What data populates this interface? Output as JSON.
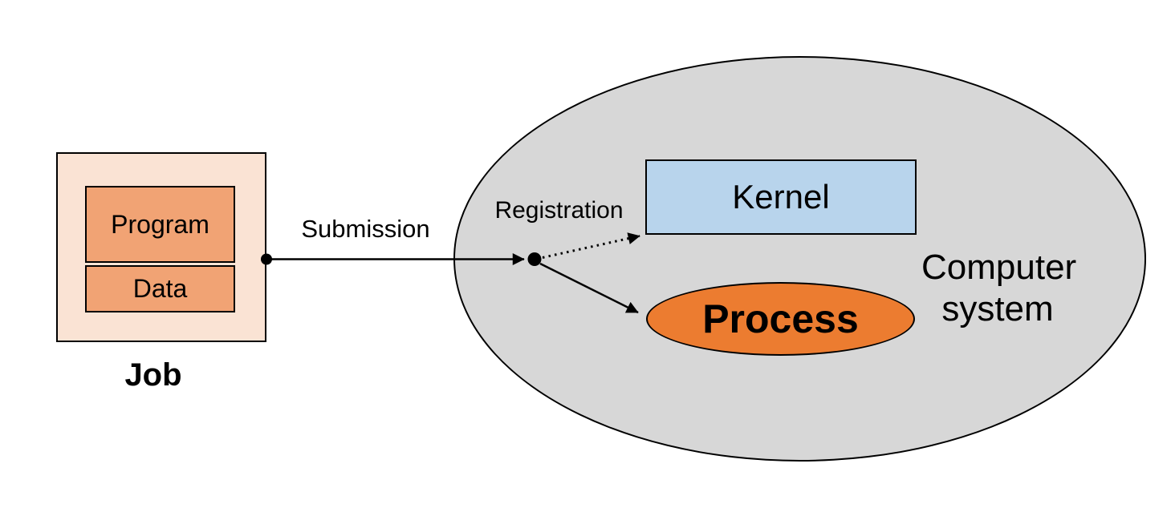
{
  "diagram": {
    "job": {
      "title": "Job",
      "program": "Program",
      "data": "Data"
    },
    "connectors": {
      "submission": "Submission",
      "registration": "Registration"
    },
    "computer_system": {
      "title": "Computer system",
      "kernel": "Kernel",
      "process": "Process"
    }
  },
  "colors": {
    "background": "#FFFFFF",
    "job_box_fill": "#FAE3D4",
    "job_inner_fill": "#F1A374",
    "kernel_fill": "#B8D4EC",
    "process_fill": "#EC7C30",
    "system_ellipse_fill": "#D7D7D7",
    "outline": "#000000"
  }
}
